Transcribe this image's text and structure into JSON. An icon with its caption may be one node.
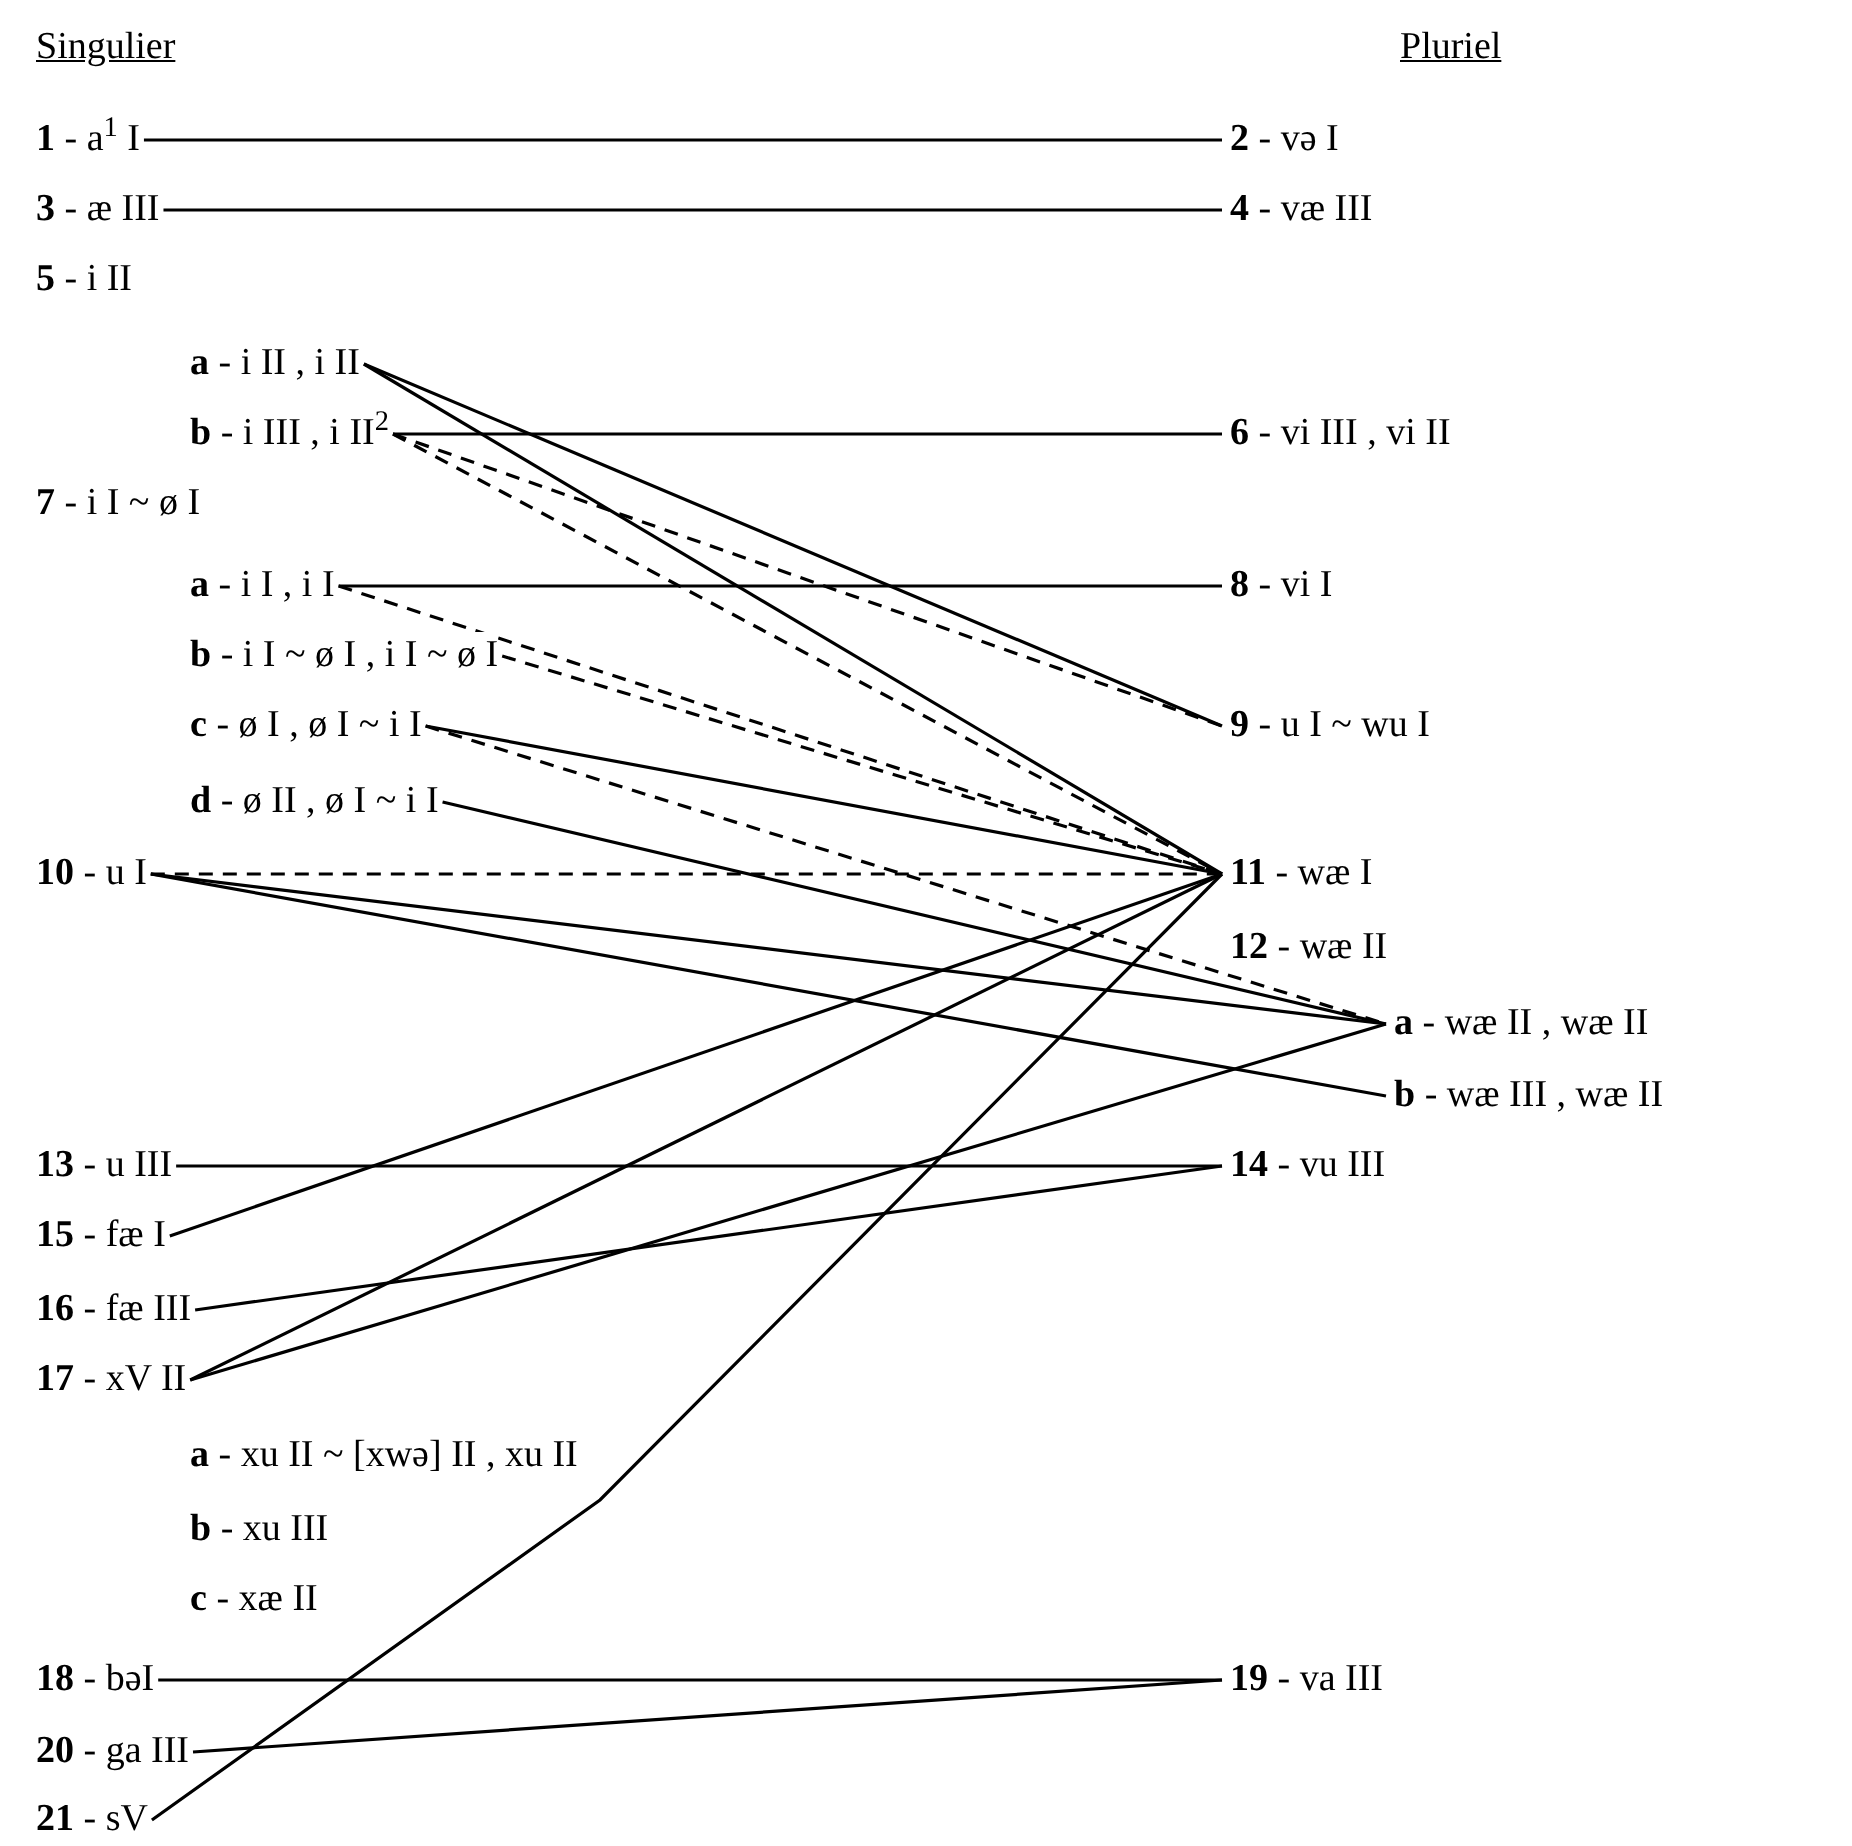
{
  "diagram": {
    "nodes": [
      {
        "text": [
          "**1** - a$^{1}$ I"
        ]
      },
      {
        "text": [
          "**2** - və I"
        ]
      },
      {
        "text": [
          "**3** - æ III"
        ]
      },
      {
        "text": [
          "**4** - væ III"
        ]
      },
      {
        "text": [
          "**5** - i II"
        ]
      },
      {
        "text": [
          "**a** - i II , i II"
        ]
      },
      {
        "text": [
          "**b** - i III , i II$^{2}$"
        ]
      },
      {
        "text": [
          "**6** - vi III , vi II"
        ]
      },
      {
        "text": [
          "**7** - i I ~ ø I"
        ]
      },
      {
        "text": [
          "**a** - i I , i I"
        ]
      },
      {
        "text": [
          "**8** - vi I"
        ]
      },
      {
        "text": [
          "**b** - i I ~ ø I , i I ~ ø I"
        ]
      },
      {
        "text": [
          "**c** - ø I , ø I ~ i I"
        ]
      },
      {
        "text": [
          "**9** - u I ~ wu I"
        ]
      },
      {
        "text": [
          "**d** - ø II , ø I ~ i I"
        ]
      },
      {
        "text": [
          "**10** - u I"
        ]
      },
      {
        "text": [
          "**11** - wæ I"
        ]
      },
      {
        "text": [
          "**12** - wæ II"
        ]
      },
      {
        "text": [
          "**a** - wæ II , wæ II"
        ]
      },
      {
        "text": [
          "**b** - wæ III , wæ II"
        ]
      },
      {
        "text": [
          "**13** - u III"
        ]
      },
      {
        "text": [
          "**14** - vu III"
        ]
      },
      {
        "text": [
          "**15** - fæ I"
        ]
      },
      {
        "text": [
          "**16** - fæ III"
        ]
      },
      {
        "text": [
          "**17** - xV II"
        ]
      },
      {
        "text": [
          "**a** - xu II ~ [xwə] II , xu II"
        ]
      },
      {
        "text": [
          "**b** - xu III"
        ]
      },
      {
        "text": [
          "**c** - xæ II"
        ]
      },
      {
        "text": [
          "**18** - bəI"
        ]
      },
      {
        "text": [
          "**19** - va III"
        ]
      },
      {
        "text": [
          "**20** - ga III"
        ]
      },
      {
        "text": [
          "**21** - sV"
        ]
      }
    ],
    "edges": [
      {
        "from": 0,
        "to": 1,
        "arrow": "none"
      },
      {
        "from": 2,
        "to": 3,
        "arrow": "none"
      },
      {
        "from": 6,
        "to": 7,
        "arrow": "none"
      },
      {
        "from": 5,
        "to": 13,
        "arrow": "none"
      },
      {
        "from": 5,
        "to": 16,
        "arrow": "none"
      },
      {
        "from": 6,
        "to": 13,
        "arrow": "none",
        "style": "dashed"
      },
      {
        "from": 6,
        "to": 16,
        "arrow": "none",
        "style": "dashed"
      },
      {
        "from": 9,
        "to": 10,
        "arrow": "none"
      },
      {
        "from": 9,
        "to": 16,
        "arrow": "none",
        "style": "dashed"
      },
      {
        "from": 11,
        "to": 16,
        "arrow": "none",
        "style": "dashed"
      },
      {
        "from": 12,
        "to": 16,
        "arrow": "none"
      },
      {
        "from": 12,
        "to": 18,
        "arrow": "none",
        "style": "dashed"
      },
      {
        "from": 14,
        "to": 18,
        "arrow": "none"
      },
      {
        "from": 15,
        "to": 16,
        "arrow": "none",
        "style": "dashed"
      },
      {
        "from": 15,
        "to": 18,
        "arrow": "none"
      },
      {
        "from": 15,
        "to": 19,
        "arrow": "none"
      },
      {
        "from": 20,
        "to": 21,
        "arrow": "none"
      },
      {
        "from": 22,
        "to": 16,
        "arrow": "none"
      },
      {
        "from": 23,
        "to": 21,
        "arrow": "none"
      },
      {
        "from": 24,
        "to": 16,
        "arrow": "none"
      },
      {
        "from": 24,
        "to": 18,
        "arrow": "none"
      },
      {
        "from": 28,
        "to": 29,
        "arrow": "none"
      },
      {
        "from": 30,
        "to": 29,
        "arrow": "none"
      },
      {
        "from": 31,
        "to": 16,
        "arrow": "none"
      }
    ],
    "labels": [
      "Singulier",
      "Pluriel"
    ]
  }
}
